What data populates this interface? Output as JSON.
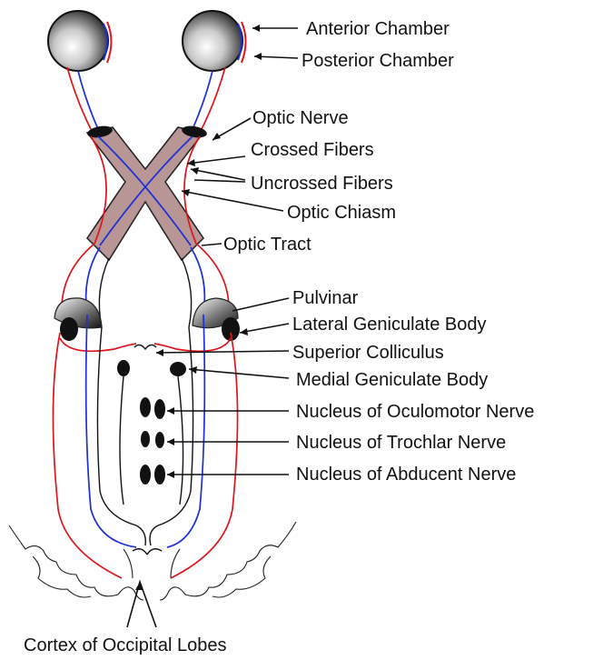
{
  "labels": {
    "anterior_chamber": "Anterior Chamber",
    "posterior_chamber": "Posterior Chamber",
    "optic_nerve": "Optic Nerve",
    "crossed_fibers": "Crossed Fibers",
    "uncrossed_fibers": "Uncrossed Fibers",
    "optic_chiasm": "Optic Chiasm",
    "optic_tract": "Optic Tract",
    "pulvinar": "Pulvinar",
    "lateral_geniculate_body": "Lateral Geniculate Body",
    "superior_colliculus": "Superior Colliculus",
    "medial_geniculate_body": "Medial Geniculate Body",
    "nucleus_oculomotor": "Nucleus of Oculomotor Nerve",
    "nucleus_trochlar": "Nucleus of Trochlar Nerve",
    "nucleus_abducent": "Nucleus of Abducent Nerve",
    "cortex_occipital": "Cortex of Occipital Lobes"
  },
  "colors": {
    "crossed_fiber": "#e0141b",
    "uncrossed_fiber": "#1d2fd6",
    "nerve_tissue": "#b89696",
    "nucleus": "#111111"
  }
}
